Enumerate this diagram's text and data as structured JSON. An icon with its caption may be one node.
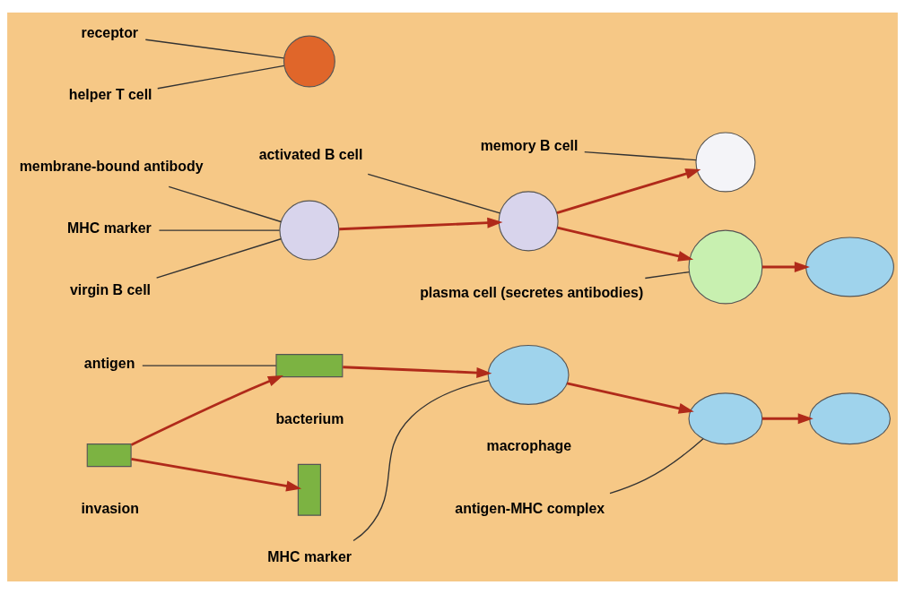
{
  "diagram": {
    "nodes": [
      {
        "text": [],
        "shape": "bar",
        "beside": [
          "invasion"
        ]
      },
      {
        "text": [],
        "shape": "bar",
        "beside": [
          "bacterium"
        ]
      },
      {
        "text": [
          "antigen"
        ]
      },
      {
        "text": [],
        "shape": "cloud",
        "beside": [
          "macrophage"
        ]
      },
      {
        "text": [
          "MHC marker"
        ]
      },
      {
        "text": [],
        "shape": "cloud"
      },
      {
        "text": [
          "antigen-MHC complex"
        ]
      },
      {
        "text": [],
        "shape": "bar"
      },
      {
        "text": [],
        "shape": "circle"
      },
      {
        "text": [
          "membrane-bound antibody"
        ]
      },
      {
        "text": [
          "MHC marker"
        ]
      },
      {
        "text": [
          "virgin B cell"
        ]
      },
      {
        "text": [],
        "shape": "cloud"
      },
      {
        "text": [
          "receptor"
        ]
      },
      {
        "text": [],
        "shape": "circle"
      },
      {
        "text": [
          "helper T cell"
        ]
      },
      {
        "text": [],
        "shape": "circle"
      },
      {
        "text": [
          "activated B cell"
        ]
      },
      {
        "text": [],
        "shape": "circle"
      },
      {
        "text": [
          "memory B cell"
        ]
      },
      {
        "text": [],
        "shape": "circle"
      },
      {
        "text": [
          "plasma cell (secretes antibodies)"
        ]
      },
      {
        "text": [],
        "shape": "cloud"
      }
    ],
    "edges": [
      {
        "from": 0,
        "to": 1,
        "arrow": "to",
        "color": "#b02a1a"
      },
      {
        "from": 1,
        "to": 3,
        "arrow": "to",
        "color": "#b02a1a"
      },
      {
        "from": 3,
        "to": 5,
        "arrow": "to",
        "color": "#b02a1a"
      },
      {
        "from": 5,
        "to": 12,
        "arrow": "to",
        "color": "#b02a1a"
      },
      {
        "from": 0,
        "to": 7,
        "arrow": "to",
        "color": "#b02a1a"
      },
      {
        "from": 8,
        "to": 16,
        "arrow": "to",
        "color": "#b02a1a"
      },
      {
        "from": 16,
        "to": 18,
        "arrow": "to",
        "color": "#b02a1a"
      },
      {
        "from": 16,
        "to": 20,
        "arrow": "to",
        "color": "#b02a1a"
      },
      {
        "from": 20,
        "to": 22,
        "arrow": "to",
        "color": "#b02a1a"
      },
      {
        "from": 2,
        "to": 1,
        "arrow": "none"
      },
      {
        "from": 4,
        "to": 3,
        "arrow": "none"
      },
      {
        "from": 6,
        "to": 5,
        "arrow": "none"
      },
      {
        "from": 9,
        "to": 8,
        "arrow": "none"
      },
      {
        "from": 10,
        "to": 8,
        "arrow": "none"
      },
      {
        "from": 11,
        "to": 8,
        "arrow": "none"
      },
      {
        "from": 13,
        "to": 14,
        "arrow": "none"
      },
      {
        "from": 15,
        "to": 14,
        "arrow": "none"
      },
      {
        "from": 17,
        "to": 16,
        "arrow": "none"
      },
      {
        "from": 19,
        "to": 18,
        "arrow": "none"
      },
      {
        "from": 21,
        "to": 20,
        "arrow": "none"
      }
    ]
  }
}
